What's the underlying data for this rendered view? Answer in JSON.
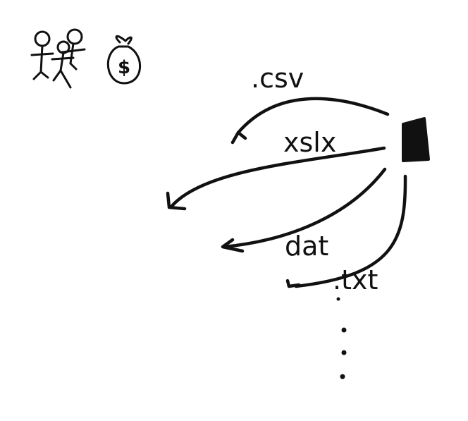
{
  "diagram": {
    "source": {
      "icon": "file-block-icon",
      "fill": "#111111"
    },
    "people": {
      "icon": "stick-figures-icon"
    },
    "money": {
      "icon": "money-bag-icon",
      "symbol": "$"
    },
    "formats": [
      {
        "id": "csv",
        "label": ".csv"
      },
      {
        "id": "xslx",
        "label": "xslx"
      },
      {
        "id": "dat",
        "label": "dat"
      },
      {
        "id": "txt",
        "label": ".txt"
      }
    ],
    "continuation": {
      "icon": "vertical-dots-icon"
    },
    "ink_color": "#111111"
  }
}
